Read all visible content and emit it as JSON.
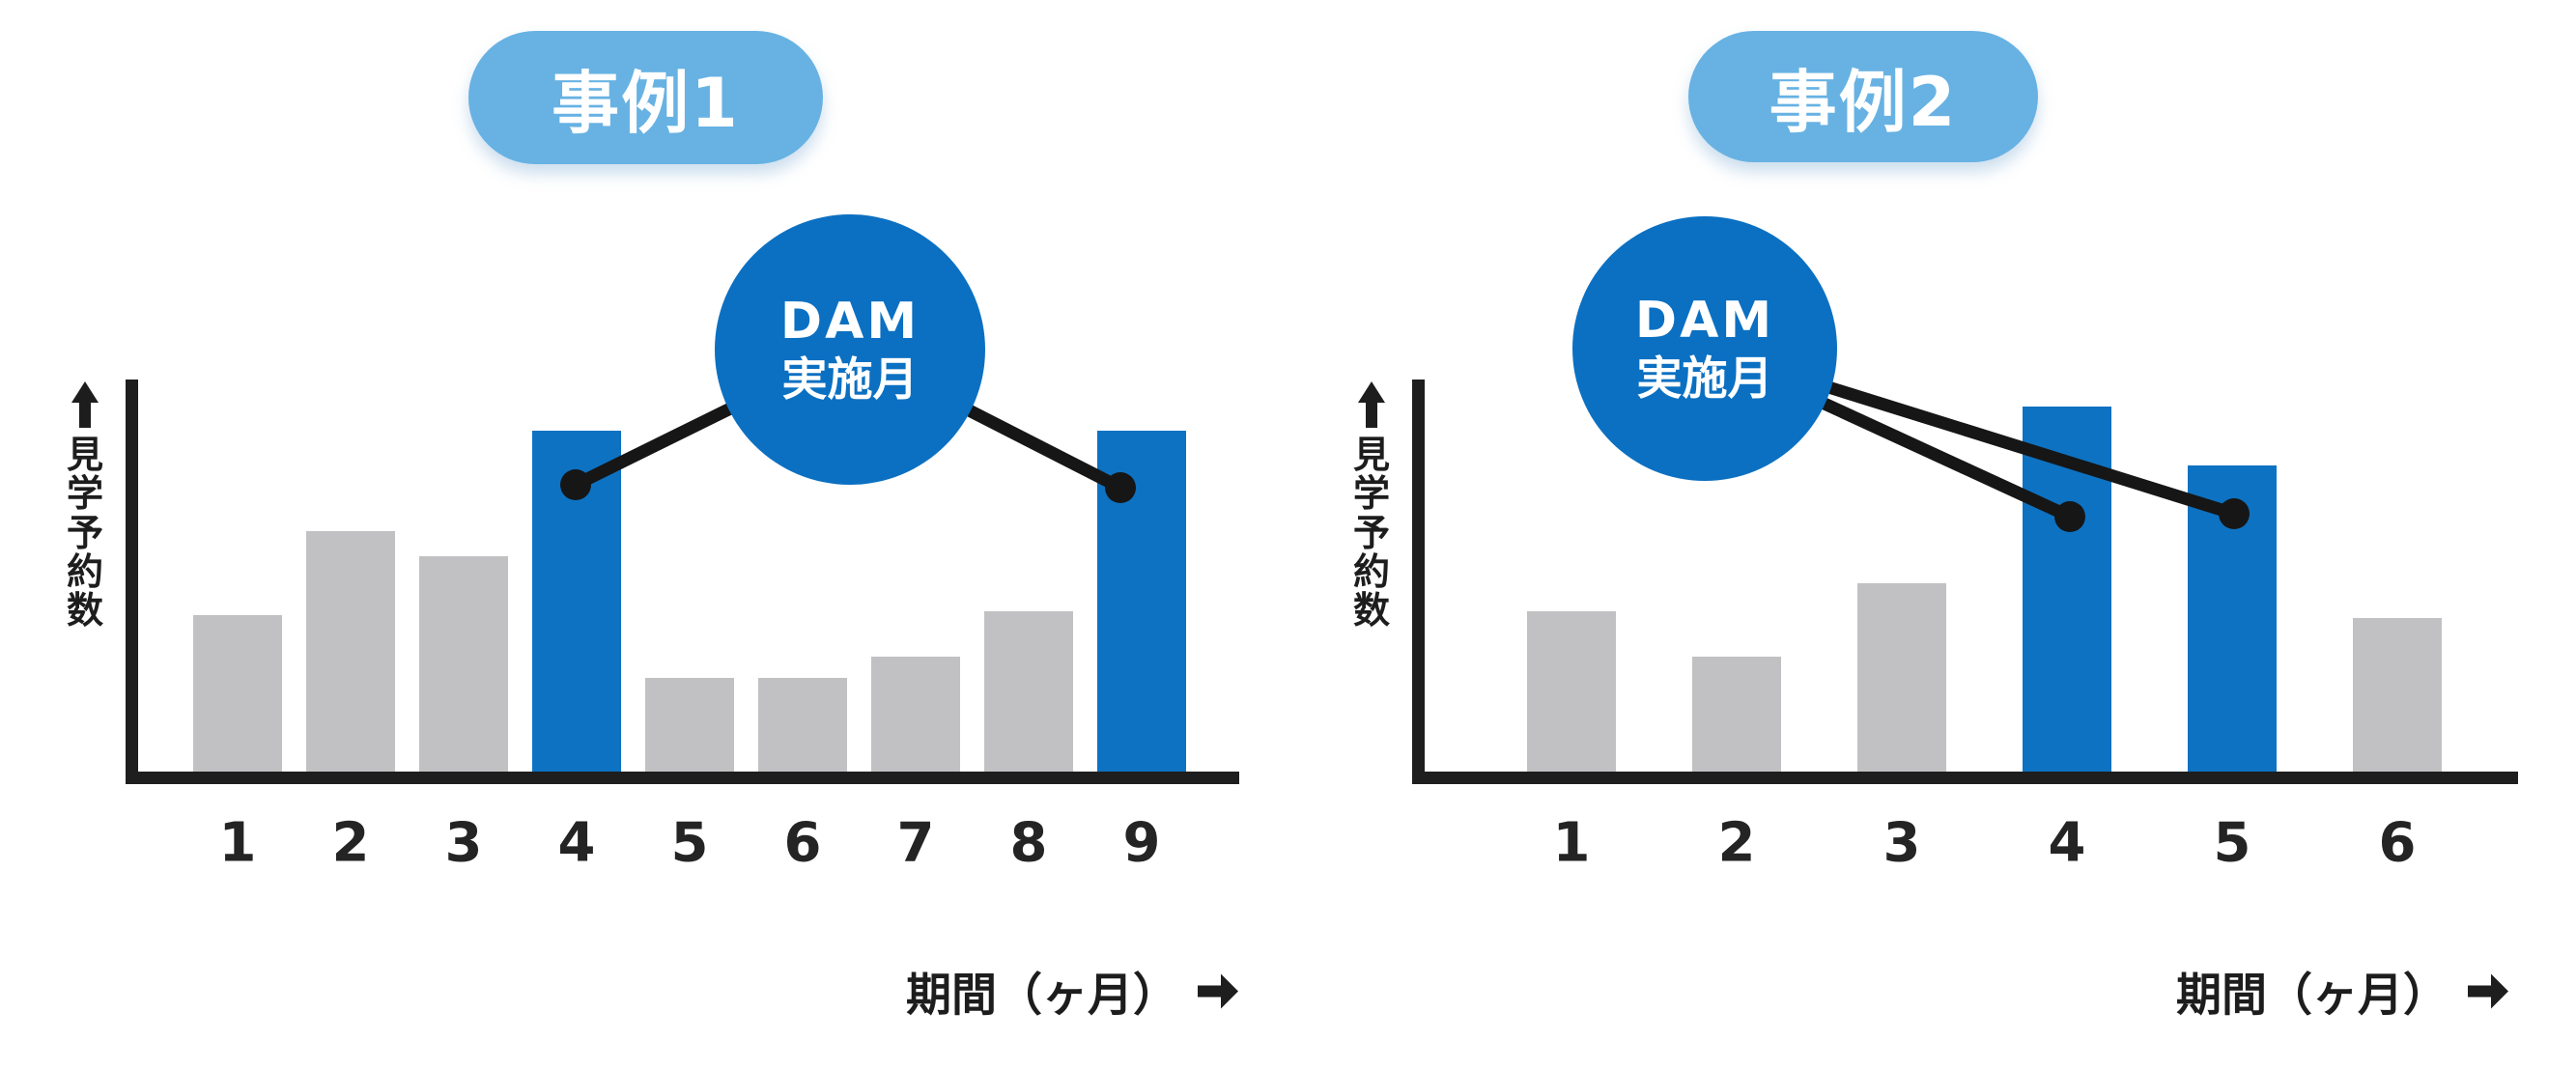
{
  "colors": {
    "bar_gray": "#c1c1c3",
    "bar_blue": "#0d72c2",
    "badge_blue": "#67b2e3",
    "callout_blue": "#0b70c2",
    "ink": "#1d1d1d",
    "background": "#ffffff"
  },
  "ui": {
    "case1": {
      "badge": "事例1",
      "callout_line1": "DAM",
      "callout_line2": "実施月",
      "ylabel": "見学予約数",
      "xlabel": "期間（ヶ月）"
    },
    "case2": {
      "badge": "事例2",
      "callout_line1": "DAM",
      "callout_line2": "実施月",
      "ylabel": "見学予約数",
      "xlabel": "期間（ヶ月）"
    }
  },
  "chart_data": [
    {
      "type": "bar",
      "title": "事例1",
      "categories": [
        "1",
        "2",
        "3",
        "4",
        "5",
        "6",
        "7",
        "8",
        "9"
      ],
      "values": [
        47,
        71,
        64,
        100,
        29,
        29,
        35,
        48,
        100
      ],
      "highlight_indices": [
        3,
        8
      ],
      "highlight_annotation": "DAM実施月",
      "annotation_targets": [
        "4",
        "9"
      ],
      "xlabel": "期間（ヶ月）",
      "ylabel": "見学予約数",
      "ylim": [
        0,
        115
      ],
      "grid": false,
      "legend": false,
      "bar_color_default": "#c1c1c3",
      "bar_color_highlight": "#0d72c2"
    },
    {
      "type": "bar",
      "title": "事例2",
      "categories": [
        "1",
        "2",
        "3",
        "4",
        "5",
        "6"
      ],
      "values": [
        48,
        35,
        56,
        107,
        90,
        46
      ],
      "highlight_indices": [
        3,
        4
      ],
      "highlight_annotation": "DAM実施月",
      "annotation_targets": [
        "4",
        "5"
      ],
      "xlabel": "期間（ヶ月）",
      "ylabel": "見学予約数",
      "ylim": [
        0,
        115
      ],
      "grid": false,
      "legend": false,
      "bar_color_default": "#c1c1c3",
      "bar_color_highlight": "#0d72c2"
    }
  ]
}
